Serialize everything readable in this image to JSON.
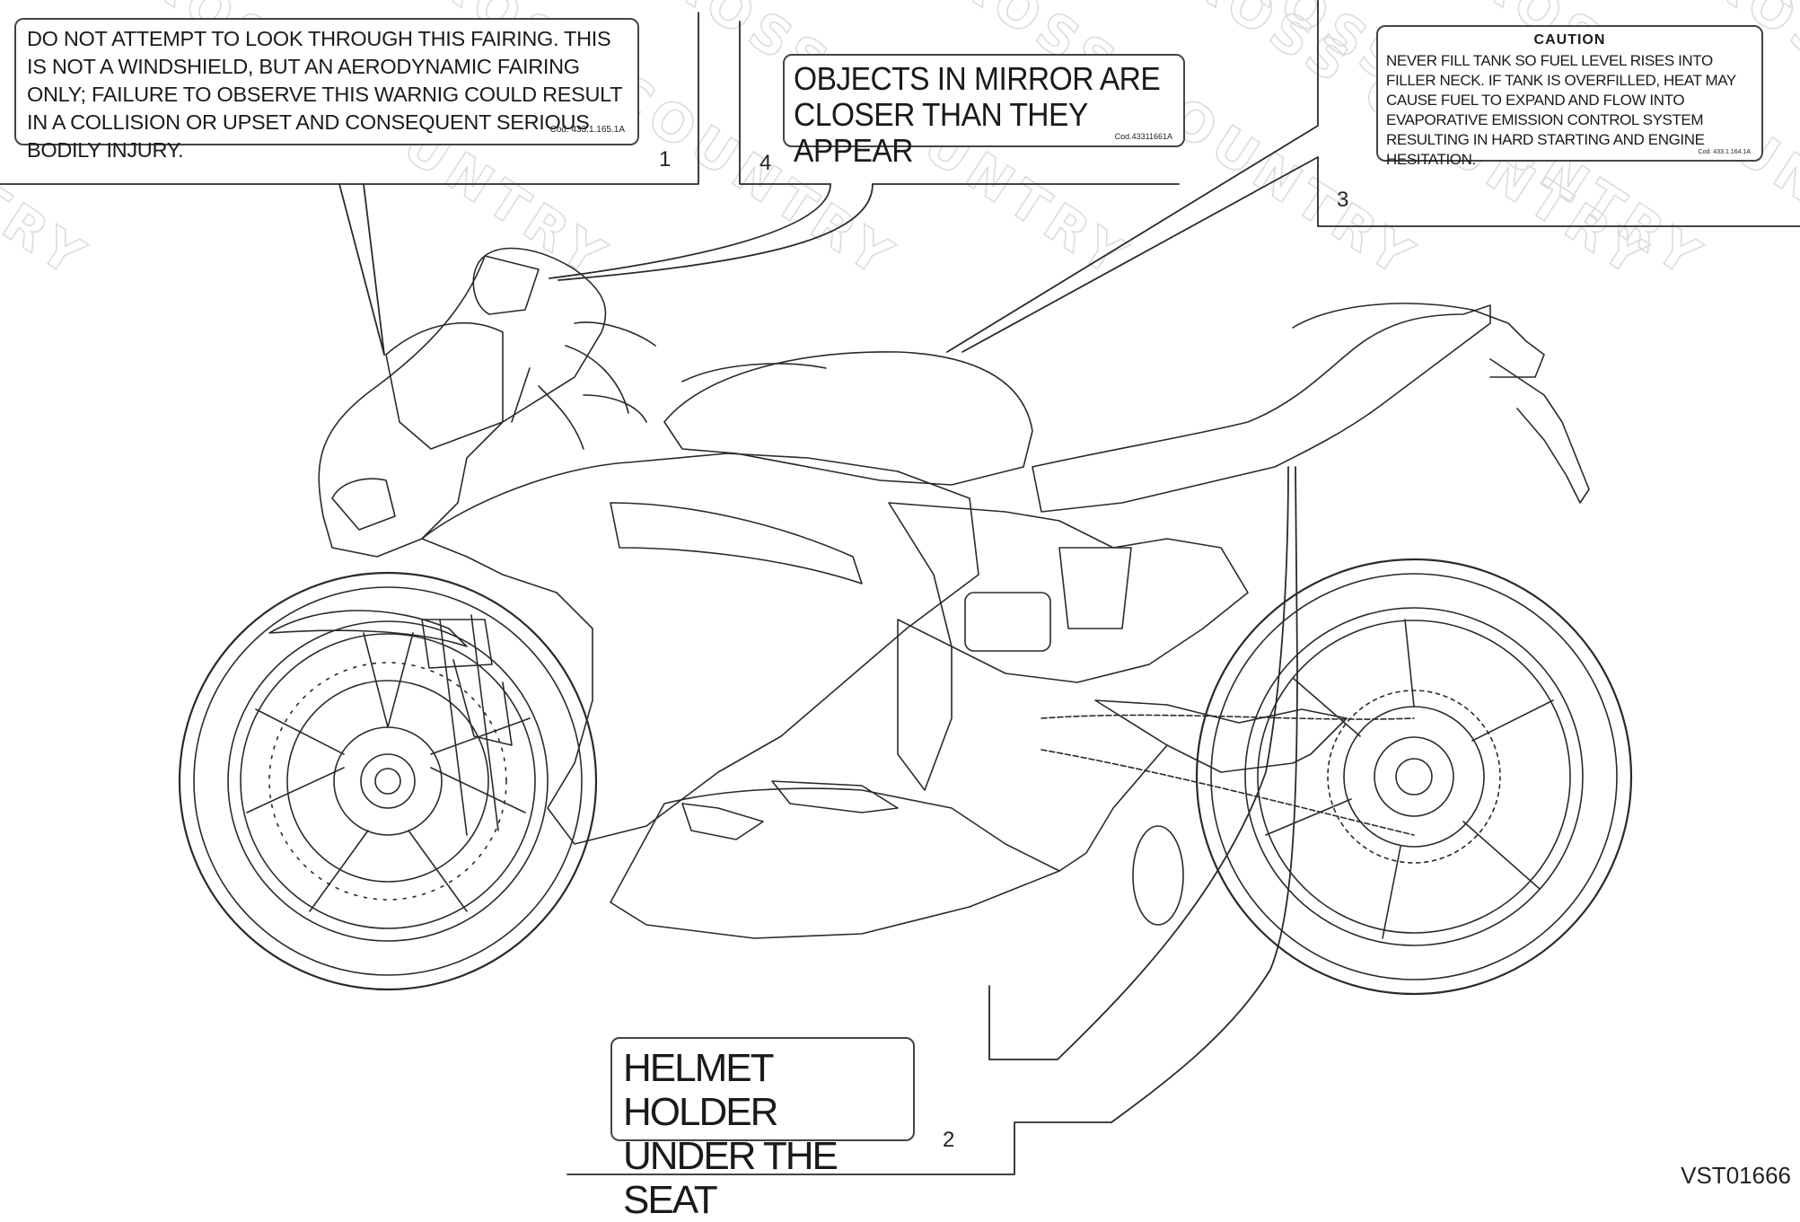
{
  "labels": {
    "l1": {
      "number": "1",
      "text": "DO NOT ATTEMPT TO LOOK THROUGH THIS FAIRING. THIS IS NOT A WINDSHIELD, BUT AN AERODYNAMIC FAIRING ONLY; FAILURE TO OBSERVE THIS WARNIG COULD RESULT IN A COLLISION OR UPSET AND CONSEQUENT SERIOUS BODILY INJURY.",
      "code": "Cod. 433.1.165.1A"
    },
    "l2": {
      "number": "2",
      "text": "HELMET HOLDER UNDER THE SEAT"
    },
    "l3": {
      "number": "3",
      "heading": "CAUTION",
      "text": "NEVER FILL TANK SO FUEL LEVEL RISES INTO FILLER NECK. IF TANK IS OVERFILLED, HEAT MAY CAUSE FUEL TO EXPAND AND FLOW INTO EVAPORATIVE EMISSION CONTROL SYSTEM RESULTING IN HARD STARTING AND ENGINE HESITATION.",
      "code": "Cod. 433.1.164.1A"
    },
    "l4": {
      "number": "4",
      "text": "OBJECTS IN MIRROR ARE CLOSER THAN THEY APPEAR",
      "code": "Cod.43311661A"
    }
  },
  "watermark": "DUCATI CROSS COUNTRY",
  "document_id": "VST01666"
}
